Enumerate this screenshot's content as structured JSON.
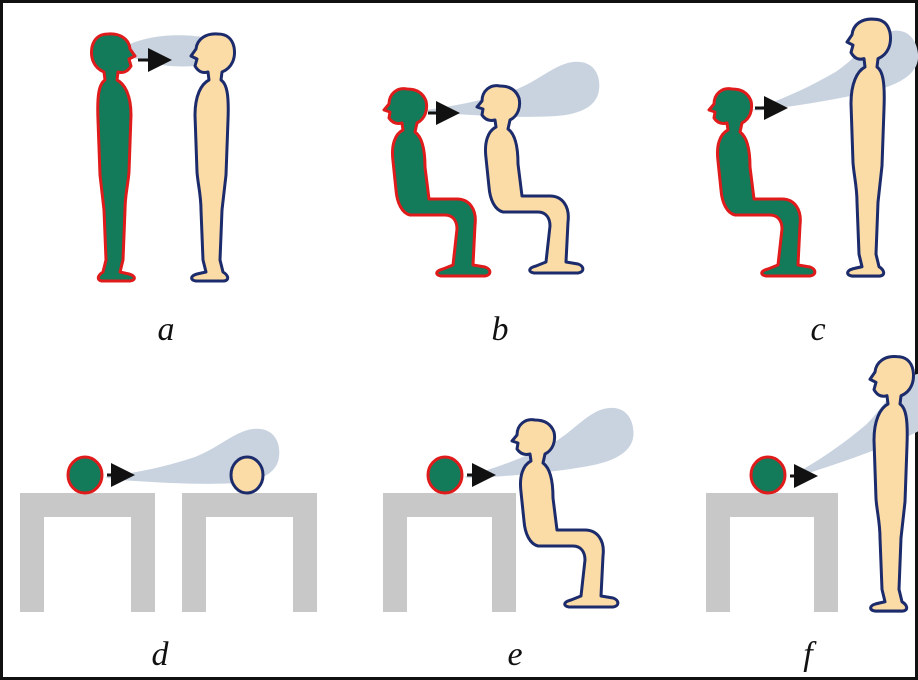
{
  "colors": {
    "emitter_fill": "#137a5a",
    "emitter_outline": "#e01b1b",
    "receiver_fill": "#fbdca6",
    "receiver_outline": "#1c2b6b",
    "cloud": "#c9d3e0",
    "table": "#c8c8c8",
    "arrow": "#111111"
  },
  "panels": [
    {
      "id": "a",
      "label": "a"
    },
    {
      "id": "b",
      "label": "b"
    },
    {
      "id": "c",
      "label": "c"
    },
    {
      "id": "d",
      "label": "d"
    },
    {
      "id": "e",
      "label": "e"
    },
    {
      "id": "f",
      "label": "f"
    }
  ]
}
